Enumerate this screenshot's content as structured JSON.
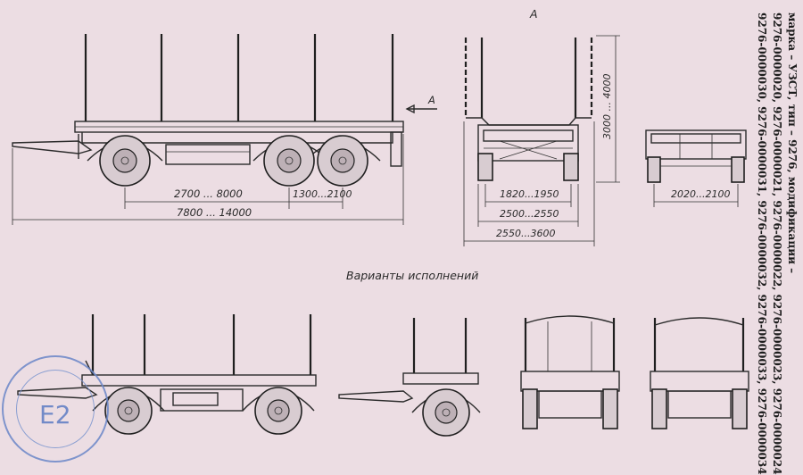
{
  "view_labels": {
    "view_a": "A",
    "arrow_a": "A"
  },
  "dimensions": {
    "wheelbase": "2700 ... 8000",
    "axle_spread": "1300...2100",
    "overall_length": "7800 ... 14000",
    "height": "3000 ... 4000",
    "track_front": "1820...1950",
    "track_width": "2500...2550",
    "overall_width": "2550...3600",
    "rear_track": "2020...2100"
  },
  "caption": "Варианты исполнений",
  "side_note": {
    "line1": "марка – УЗСТ, тип – 9276, модификации –",
    "line2": "9276-0000020, 9276-0000021, 9276-0000022, 9276-0000023, 9276-0000024",
    "line3": "9276-0000030, 9276-0000031, 9276-0000032, 9276-0000033, 9276-0000034"
  },
  "stamp": {
    "text": "E2"
  },
  "colors": {
    "paper": "#ecdde3",
    "ink": "#2b2b2b",
    "stamp": "#6b87c8"
  }
}
